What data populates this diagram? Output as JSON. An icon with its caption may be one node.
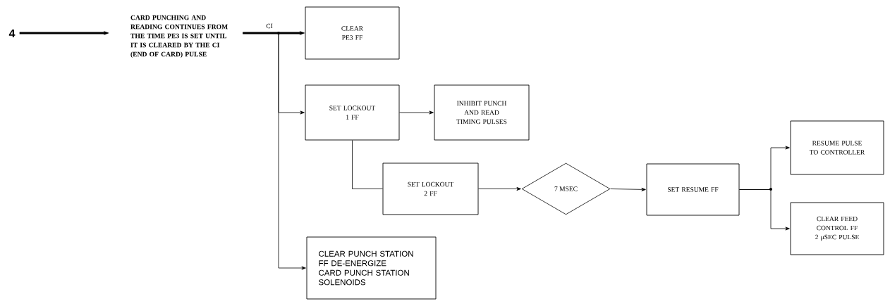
{
  "diagram": {
    "nodes": [
      {
        "text": [
          "4"
        ]
      },
      {
        "text": [
          "CARD PUNCHING AND READING CONTINUES FROM THE TIME PE3 IS SET UNTIL IT IS CLEARED BY THE CI (END OF CARD) PULSE"
        ]
      },
      {
        "text": [
          "CLEAR PE3 FF"
        ]
      },
      {
        "text": [
          "SET LOCKOUT 1 FF"
        ]
      },
      {
        "text": [
          "INHIBIT PUNCH AND READ TIMING PULSES"
        ]
      },
      {
        "text": [
          "SET LOCKOUT 2 FF"
        ]
      },
      {
        "text": [
          "7 MSEC"
        ]
      },
      {
        "text": [
          "SET RESUME FF"
        ]
      },
      {
        "text": [
          "RESUME PULSE TO CONTROLLER"
        ]
      },
      {
        "text": [
          "CLEAR FEED CONTROL FF 2 μSEC PULSE"
        ]
      },
      {
        "text": [
          "CLEAR PUNCH STATION FF DE-ENERGIZE CARD PUNCH STATION SOLENOIDS"
        ]
      }
    ],
    "edges": [
      {
        "from": 0,
        "to": 1,
        "arrow": "to",
        "style": "thick"
      },
      {
        "from": 1,
        "to": 2,
        "arrow": "to",
        "label": "CI",
        "style": "thick"
      },
      {
        "from": 1,
        "to": 3,
        "arrow": "to"
      },
      {
        "from": 1,
        "to": 10,
        "arrow": "to"
      },
      {
        "from": 3,
        "to": 4,
        "arrow": "to"
      },
      {
        "from": 3,
        "to": 5,
        "arrow": "none"
      },
      {
        "from": 5,
        "to": 6,
        "arrow": "to"
      },
      {
        "from": 6,
        "to": 7,
        "arrow": "to"
      },
      {
        "from": 7,
        "to": 8,
        "arrow": "to"
      },
      {
        "from": 7,
        "to": 9,
        "arrow": "to"
      }
    ]
  }
}
